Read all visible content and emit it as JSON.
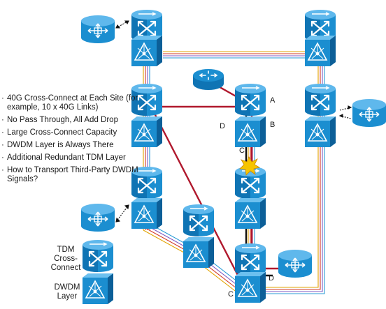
{
  "bullets": [
    "40G Cross-Connect at Each Site (for example, 10 x 40G Links)",
    "No Pass Through, All Add Drop",
    "Large Cross-Connect Capacity",
    "DWDM Layer is Always There",
    "Additional Redundant TDM Layer",
    "How to Transport Third-Party DWDM Signals?"
  ],
  "legend": {
    "tdm": "TDM Cross-Connect",
    "dwdm": "DWDM Layer"
  },
  "labels": {
    "a": "A",
    "b": "B",
    "c": "C",
    "d": "D",
    "c_bottom": "C",
    "d_bottom": "D"
  },
  "colors": {
    "device": "#1b8ed0",
    "device_dark": "#0c5f98",
    "working_path": "#b0182d",
    "protect_path": "#111111",
    "fiber": [
      "#e2a300",
      "#d23a2a",
      "#7f5ac4",
      "#2a9bd6"
    ],
    "fault": "#f6c400"
  }
}
